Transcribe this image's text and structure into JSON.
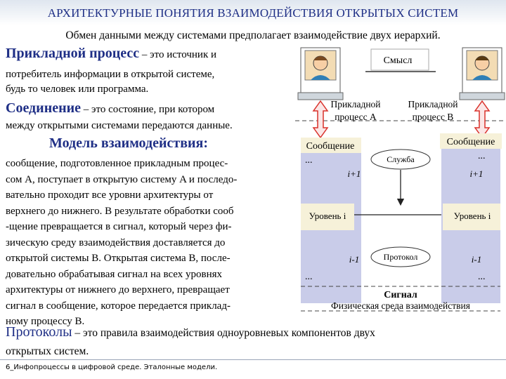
{
  "title": "АРХИТЕКТУРНЫЕ ПОНЯТИЯ ВЗАИМОДЕЙСТВИЯ ОТКРЫТЫХ СИСТЕМ",
  "subtitle": "Обмен данными между системами предполагает взаимодействие двух иерархий.",
  "applied": {
    "term": "Прикладной процесс",
    "def_1": " – это источник и",
    "line_2": "потребитель информации в открытой системе,",
    "line_3": "будь то человек или программа."
  },
  "connection": {
    "term": "Соединение",
    "def_1": " – это состояние, при котором",
    "line_2": "между открытыми системами передаются данные."
  },
  "model": {
    "heading": "Модель взаимодействия:",
    "lines": [
      "сообщение, подготовленное прикладным процес-",
      "сом A, поступает в открытую систему A и последо-",
      "вательно проходит все уровни архитектуры от",
      "верхнего до нижнего. В результате обработки сооб",
      "-щение превращается в сигнал, который через фи-",
      "зическую среду взаимодействия доставляется до",
      "открытой системы B. Открытая система B, после-",
      "довательно обрабатывая сигнал на всех уровнях",
      "архитектуры от нижнего до верхнего, превращает",
      "сигнал в сообщение, которое передается приклад-",
      "ному процессу B."
    ]
  },
  "protocols": {
    "term": "Протоколы",
    "def": " – это правила взаимодействия одноуровневых компонентов двух",
    "line_2": "открытых систем."
  },
  "diagram": {
    "meaning": "Смысл",
    "process_a_1": "Прикладной",
    "process_a_2": "процесс A",
    "process_b_1": "Прикладной",
    "process_b_2": "процесс B",
    "message_left": "Сообщение",
    "message_right": "Сообщение",
    "service": "Служба",
    "level_plus_left": "i+1",
    "level_plus_right": "i+1",
    "level_left": "Уровень i",
    "level_right": "Уровень i",
    "level_minus_left": "i-1",
    "level_minus_right": "i-1",
    "protocol": "Протокол",
    "dots": "...",
    "signal": "Сигнал",
    "medium": "Физическая среда взаимодействия"
  },
  "footer": "6_Инфопроцессы в цифровой среде. Эталонные модели.",
  "colors": {
    "title": "#1f2f86",
    "column_fill": "#c9cce9",
    "arrow": "#d9302a",
    "arrow_fill": "#fbe6e6",
    "label_fill": "#f6f1d9"
  }
}
